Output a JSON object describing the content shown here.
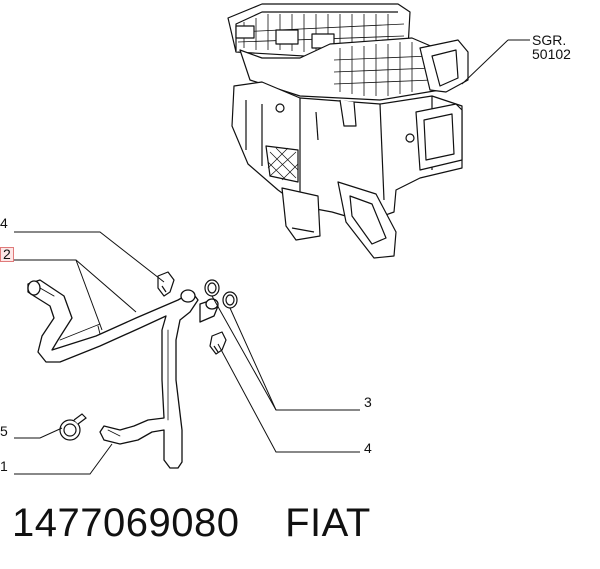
{
  "callouts": {
    "sgr": "SGR. 50102",
    "top_left_4": "4",
    "highlighted_2": "2",
    "right_3": "3",
    "right_4": "4",
    "left_5": "5",
    "left_1": "1"
  },
  "footer": {
    "part_number": "1477069080",
    "brand": "FIAT"
  },
  "colors": {
    "ink": "#111111",
    "highlight_border": "#e07a7a",
    "highlight_fill": "#fde7e7"
  }
}
